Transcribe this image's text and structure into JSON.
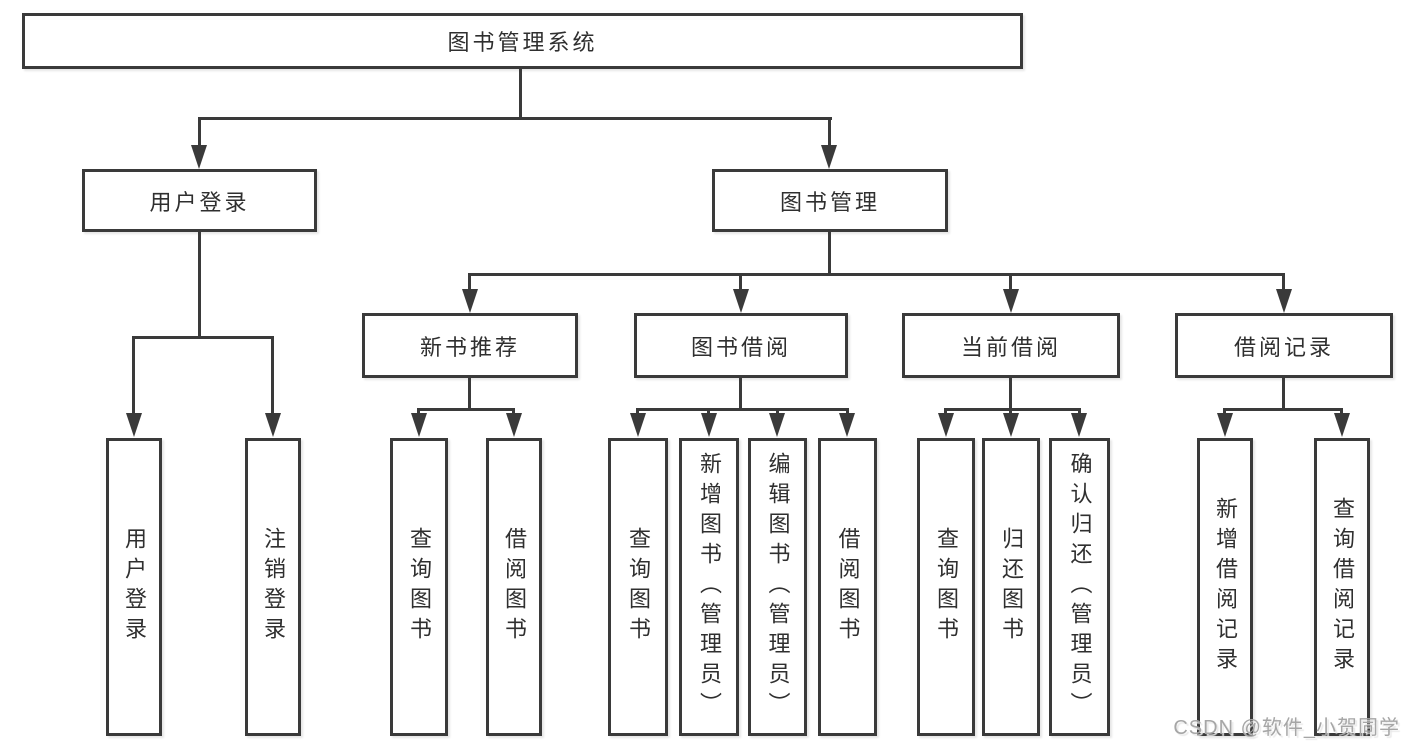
{
  "diagram_title": "图书管理系统",
  "tree": {
    "label": "图书管理系统",
    "children": [
      {
        "label": "用户登录",
        "children": [
          {
            "label": "用户登录"
          },
          {
            "label": "注销登录"
          }
        ]
      },
      {
        "label": "图书管理",
        "children": [
          {
            "label": "新书推荐",
            "children": [
              {
                "label": "查询图书"
              },
              {
                "label": "借阅图书"
              }
            ]
          },
          {
            "label": "图书借阅",
            "children": [
              {
                "label": "查询图书"
              },
              {
                "label": "新增图书（管理员）"
              },
              {
                "label": "编辑图书（管理员）"
              },
              {
                "label": "借阅图书"
              }
            ]
          },
          {
            "label": "当前借阅",
            "children": [
              {
                "label": "查询图书"
              },
              {
                "label": "归还图书"
              },
              {
                "label": "确认归还（管理员）"
              }
            ]
          },
          {
            "label": "借阅记录",
            "children": [
              {
                "label": "新增借阅记录"
              },
              {
                "label": "查询借阅记录"
              }
            ]
          }
        ]
      }
    ]
  },
  "watermark": {
    "text": "CSDN @软件_小贺同学"
  },
  "colors": {
    "line": "#3a3a3a",
    "box_border": "#3a3a3a",
    "text": "#2f2f2f",
    "watermark": "#a6a6a6",
    "background": "#ffffff"
  }
}
